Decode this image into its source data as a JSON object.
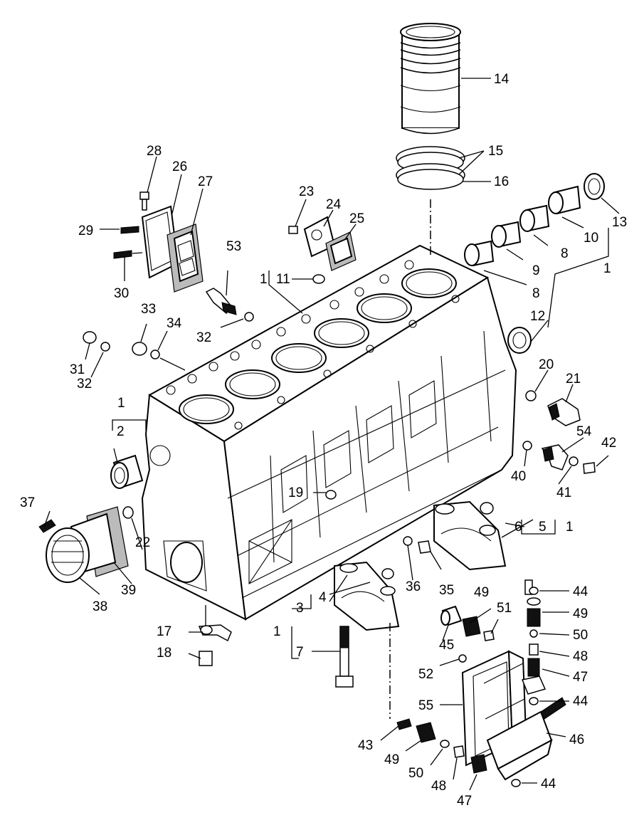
{
  "diagram": {
    "callouts": [
      {
        "id": "c1a",
        "text": "1"
      },
      {
        "id": "c1b",
        "text": "1"
      },
      {
        "id": "c1c",
        "text": "1"
      },
      {
        "id": "c1d",
        "text": "1"
      },
      {
        "id": "c1e",
        "text": "1"
      },
      {
        "id": "c2",
        "text": "2"
      },
      {
        "id": "c3",
        "text": "3"
      },
      {
        "id": "c4",
        "text": "4"
      },
      {
        "id": "c5",
        "text": "5"
      },
      {
        "id": "c6",
        "text": "6"
      },
      {
        "id": "c7",
        "text": "7"
      },
      {
        "id": "c8a",
        "text": "8"
      },
      {
        "id": "c8b",
        "text": "8"
      },
      {
        "id": "c9",
        "text": "9"
      },
      {
        "id": "c10",
        "text": "10"
      },
      {
        "id": "c11",
        "text": "11"
      },
      {
        "id": "c12",
        "text": "12"
      },
      {
        "id": "c13",
        "text": "13"
      },
      {
        "id": "c14",
        "text": "14"
      },
      {
        "id": "c15",
        "text": "15"
      },
      {
        "id": "c16",
        "text": "16"
      },
      {
        "id": "c17",
        "text": "17"
      },
      {
        "id": "c18",
        "text": "18"
      },
      {
        "id": "c19",
        "text": "19"
      },
      {
        "id": "c20",
        "text": "20"
      },
      {
        "id": "c21",
        "text": "21"
      },
      {
        "id": "c22",
        "text": "22"
      },
      {
        "id": "c23",
        "text": "23"
      },
      {
        "id": "c24",
        "text": "24"
      },
      {
        "id": "c25",
        "text": "25"
      },
      {
        "id": "c26",
        "text": "26"
      },
      {
        "id": "c27",
        "text": "27"
      },
      {
        "id": "c28",
        "text": "28"
      },
      {
        "id": "c29",
        "text": "29"
      },
      {
        "id": "c30",
        "text": "30"
      },
      {
        "id": "c31",
        "text": "31"
      },
      {
        "id": "c32a",
        "text": "32"
      },
      {
        "id": "c32b",
        "text": "32"
      },
      {
        "id": "c33",
        "text": "33"
      },
      {
        "id": "c34",
        "text": "34"
      },
      {
        "id": "c35",
        "text": "35"
      },
      {
        "id": "c36",
        "text": "36"
      },
      {
        "id": "c37",
        "text": "37"
      },
      {
        "id": "c38",
        "text": "38"
      },
      {
        "id": "c39",
        "text": "39"
      },
      {
        "id": "c40",
        "text": "40"
      },
      {
        "id": "c41",
        "text": "41"
      },
      {
        "id": "c42",
        "text": "42"
      },
      {
        "id": "c43",
        "text": "43"
      },
      {
        "id": "c44a",
        "text": "44"
      },
      {
        "id": "c44b",
        "text": "44"
      },
      {
        "id": "c44c",
        "text": "44"
      },
      {
        "id": "c45",
        "text": "45"
      },
      {
        "id": "c46",
        "text": "46"
      },
      {
        "id": "c47a",
        "text": "47"
      },
      {
        "id": "c47b",
        "text": "47"
      },
      {
        "id": "c48a",
        "text": "48"
      },
      {
        "id": "c48b",
        "text": "48"
      },
      {
        "id": "c49a",
        "text": "49"
      },
      {
        "id": "c49b",
        "text": "49"
      },
      {
        "id": "c49c",
        "text": "49"
      },
      {
        "id": "c50a",
        "text": "50"
      },
      {
        "id": "c50b",
        "text": "50"
      },
      {
        "id": "c51",
        "text": "51"
      },
      {
        "id": "c52",
        "text": "52"
      },
      {
        "id": "c53",
        "text": "53"
      },
      {
        "id": "c54",
        "text": "54"
      },
      {
        "id": "c55",
        "text": "55"
      }
    ]
  }
}
